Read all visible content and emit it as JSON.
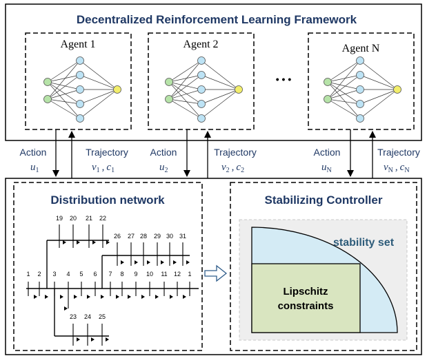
{
  "framework": {
    "title": "Decentralized Reinforcement Learning Framework"
  },
  "agents": [
    {
      "label": "Agent 1"
    },
    {
      "label": "Agent 2"
    },
    {
      "label": "Agent N"
    }
  ],
  "ellipsis": "• • •",
  "links": [
    {
      "action_label": "Action",
      "action_var": "u",
      "action_sub": "1",
      "traj_label": "Trajectory",
      "traj_v": "v",
      "traj_v_sub": "1",
      "traj_sep": ",",
      "traj_c": "c",
      "traj_c_sub": "1"
    },
    {
      "action_label": "Action",
      "action_var": "u",
      "action_sub": "2",
      "traj_label": "Trajectory",
      "traj_v": "v",
      "traj_v_sub": "2",
      "traj_sep": ",",
      "traj_c": "c",
      "traj_c_sub": "2"
    },
    {
      "action_label": "Action",
      "action_var": "u",
      "action_sub": "N",
      "traj_label": "Trajectory",
      "traj_v": "v",
      "traj_v_sub": "N",
      "traj_sep": ",",
      "traj_c": "c",
      "traj_c_sub": "N"
    }
  ],
  "distribution": {
    "title": "Distribution network",
    "bus_numbers_main": [
      "1",
      "2",
      "3",
      "4",
      "5",
      "6",
      "7",
      "8",
      "9",
      "10",
      "11",
      "12",
      "1"
    ],
    "bus_numbers_top": [
      "19",
      "20",
      "21",
      "22"
    ],
    "bus_numbers_right": [
      "26",
      "27",
      "28",
      "29",
      "30",
      "31"
    ],
    "bus_numbers_bottom": [
      "23",
      "24",
      "25"
    ]
  },
  "controller": {
    "title": "Stabilizing Controller",
    "stability_label": "stability set",
    "lipschitz_line1": "Lipschitz",
    "lipschitz_line2": "constraints"
  },
  "colors": {
    "title_blue": "#1f3864",
    "input_node": "#b6e3a8",
    "hidden_node": "#bde3f5",
    "output_node": "#f2ee6c",
    "stability_fill": "#d4ebf5",
    "lipschitz_fill": "#d9e5c0",
    "panel_bg": "#eeeeee"
  }
}
